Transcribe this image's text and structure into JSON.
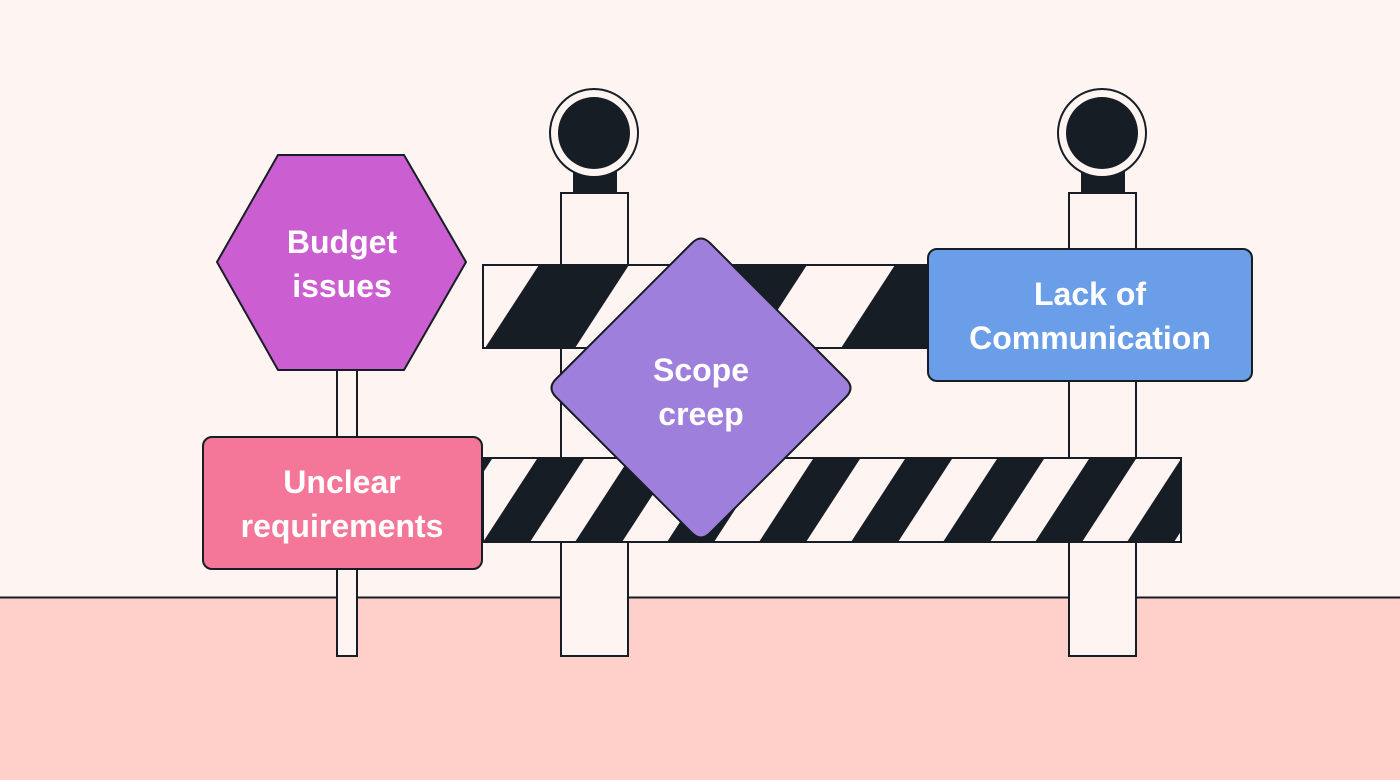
{
  "colors": {
    "background": "#fef4f2",
    "ground": "#ffd0ca",
    "outline": "#171d24",
    "post_fill": "#fef4f2",
    "stripe_dark": "#171d24",
    "stripe_light": "#fef4f2",
    "text": "#ffffff"
  },
  "signs": {
    "budget": {
      "lines": [
        "Budget",
        "issues"
      ],
      "color": "#cb5fd2",
      "shape": "hexagon"
    },
    "scope": {
      "lines": [
        "Scope",
        "creep"
      ],
      "color": "#9e7fdb",
      "shape": "diamond"
    },
    "communication": {
      "lines": [
        "Lack of",
        "Communication"
      ],
      "color": "#6b9ee8",
      "shape": "rounded-rectangle"
    },
    "requirements": {
      "lines": [
        "Unclear",
        "requirements"
      ],
      "color": "#f4779a",
      "shape": "rounded-rectangle"
    }
  }
}
